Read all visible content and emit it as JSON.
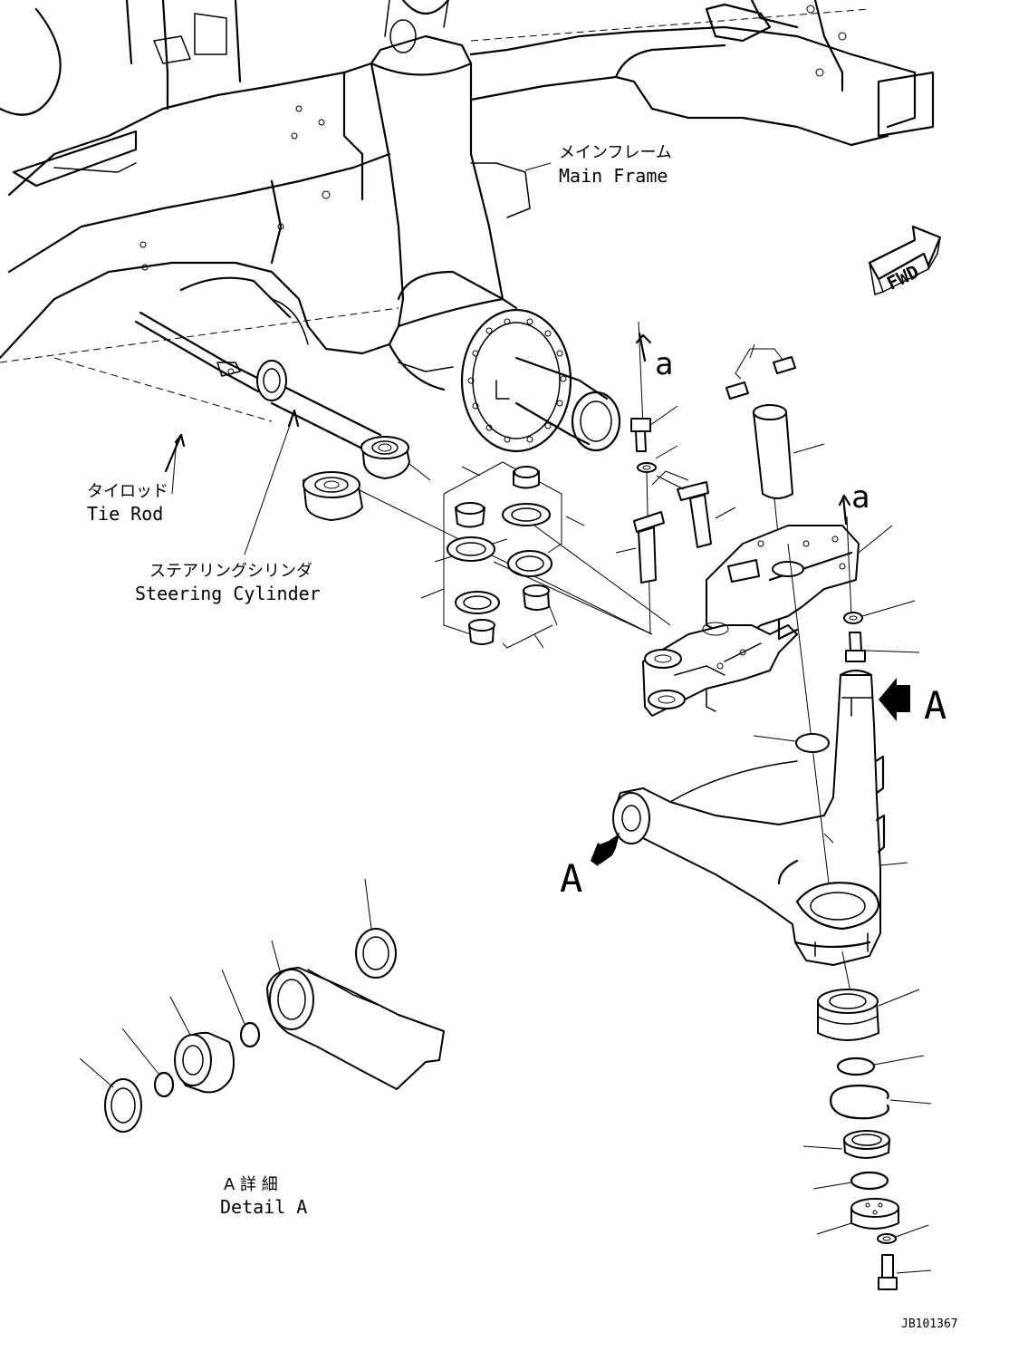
{
  "labels": {
    "main_frame_jp": "メインフレーム",
    "main_frame_en": "Main Frame",
    "tie_rod_jp": "タイロッド",
    "tie_rod_en": "Tie Rod",
    "steering_cylinder_jp": "ステアリングシリンダ",
    "steering_cylinder_en": "Steering Cylinder",
    "detail_a_jp": "A 詳 細",
    "detail_a_en": "Detail A",
    "ref_a_upper": "a",
    "ref_a_lower": "a",
    "view_a_right": "A",
    "view_a_left": "A",
    "fwd": "FWD",
    "drawing_number": "JB101367"
  },
  "colors": {
    "line": "#000000",
    "background": "#ffffff"
  }
}
